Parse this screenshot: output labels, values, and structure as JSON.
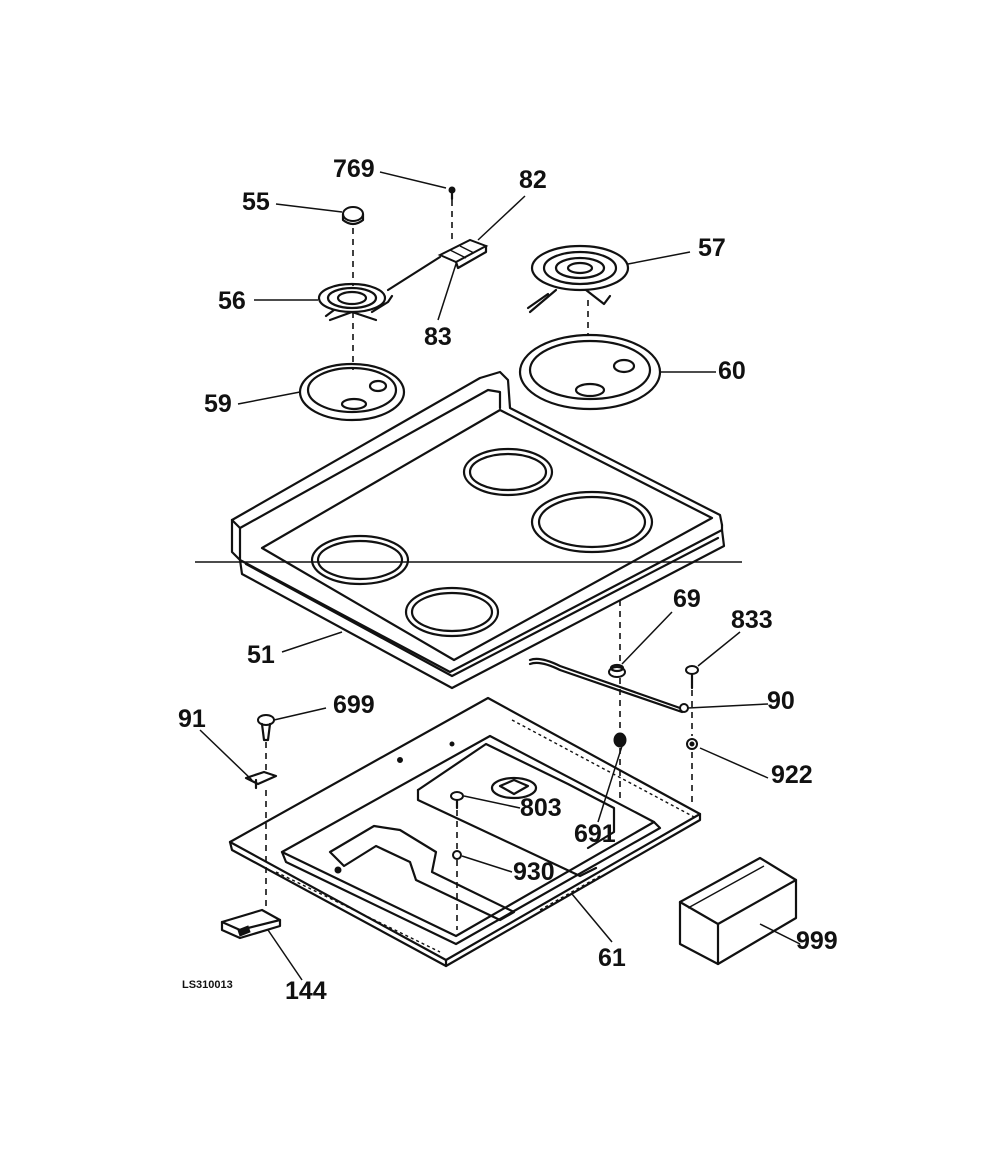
{
  "diagram": {
    "drawing_code": "LS310013",
    "part_labels": {
      "p769": "769",
      "p82": "82",
      "p55": "55",
      "p57": "57",
      "p56": "56",
      "p83": "83",
      "p60": "60",
      "p59": "59",
      "p51": "51",
      "p69": "69",
      "p833": "833",
      "p90": "90",
      "p91": "91",
      "p699": "699",
      "p922": "922",
      "p803": "803",
      "p691": "691",
      "p930": "930",
      "p999": "999",
      "p61": "61",
      "p144": "144"
    }
  }
}
